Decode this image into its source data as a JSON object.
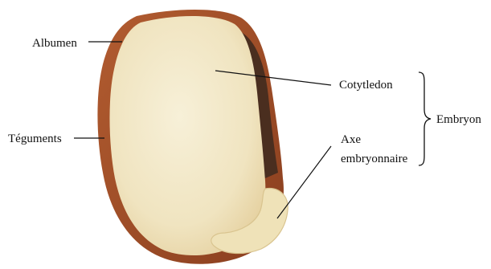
{
  "labels": {
    "albumen": "Albumen",
    "teguments": "Téguments",
    "cotyledon": "Cotytledon",
    "embryon": "Embryon",
    "axe_line1": "Axe",
    "axe_line2": "embryonnaire"
  },
  "colors": {
    "seed_coat": "#9b4a26",
    "cotyledon_flesh": "#f3e9c9",
    "embryo_axis": "#efe2b8",
    "dark_hilum": "#4a2e1f",
    "leader_line": "#111111"
  }
}
